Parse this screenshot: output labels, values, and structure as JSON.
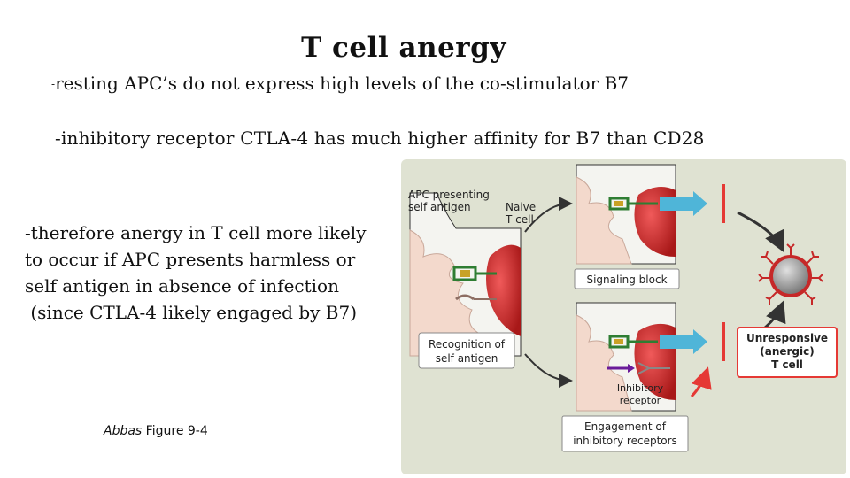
{
  "slide": {
    "title": "T cell anergy",
    "bullet1_dash": "-",
    "bullet1_text": "resting APC’s do not express high levels of the co-stimulator B7",
    "bullet2": "-inhibitory receptor CTLA-4 has much higher affinity for B7 than CD28",
    "bullet3_lines": [
      "-therefore anergy in T cell more likely",
      "to occur if APC presents harmless or",
      "self antigen in absence of infection",
      " (since CTLA-4 likely engaged by B7)"
    ],
    "caption_author": "Abbas",
    "caption_rest": " Figure 9-4"
  },
  "figure": {
    "apc_label_1": "APC presenting",
    "apc_label_2": "self antigen",
    "naive_label_1": "Naive",
    "naive_label_2": "T cell",
    "signaling_block": "Signaling block",
    "recognition_1": "Recognition of",
    "recognition_2": "self antigen",
    "inhibitory_1": "Inhibitory",
    "inhibitory_2": "receptor",
    "engagement_1": "Engagement of",
    "engagement_2": "inhibitory receptors",
    "unresponsive_1": "Unresponsive",
    "unresponsive_2": "(anergic)",
    "unresponsive_3": "T cell",
    "colors": {
      "panel_bg": "#dfe2d2",
      "apc_fill": "#f3d9cc",
      "tcell_red": "#d42b2b",
      "arrow_blue": "#4fb5d8",
      "block_red": "#e53935",
      "anergic_gray": "#9a9a9a"
    }
  }
}
